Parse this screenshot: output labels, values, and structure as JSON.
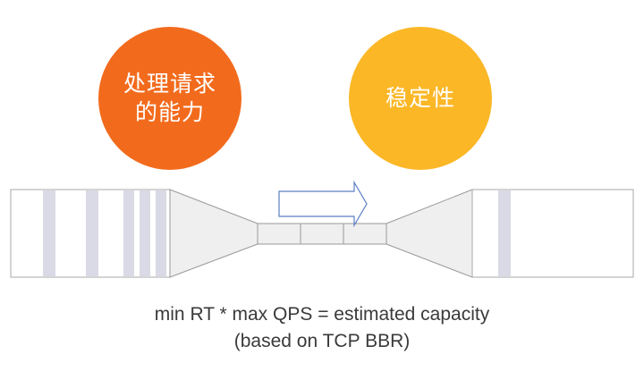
{
  "circles": {
    "left": {
      "line1": "处理请求",
      "line2": "的能力",
      "color": "#F26B1D"
    },
    "right": {
      "line1": "稳定性",
      "color": "#FBB726"
    }
  },
  "caption": {
    "line1": "min RT * max QPS = estimated capacity",
    "line2": "(based on TCP BBR)"
  },
  "colors": {
    "stripe": "#D9DAE6",
    "pipe_fill": "#EFEFEF",
    "pipe_stroke": "#9A9A9A",
    "arrow_stroke": "#5B7FC4"
  }
}
